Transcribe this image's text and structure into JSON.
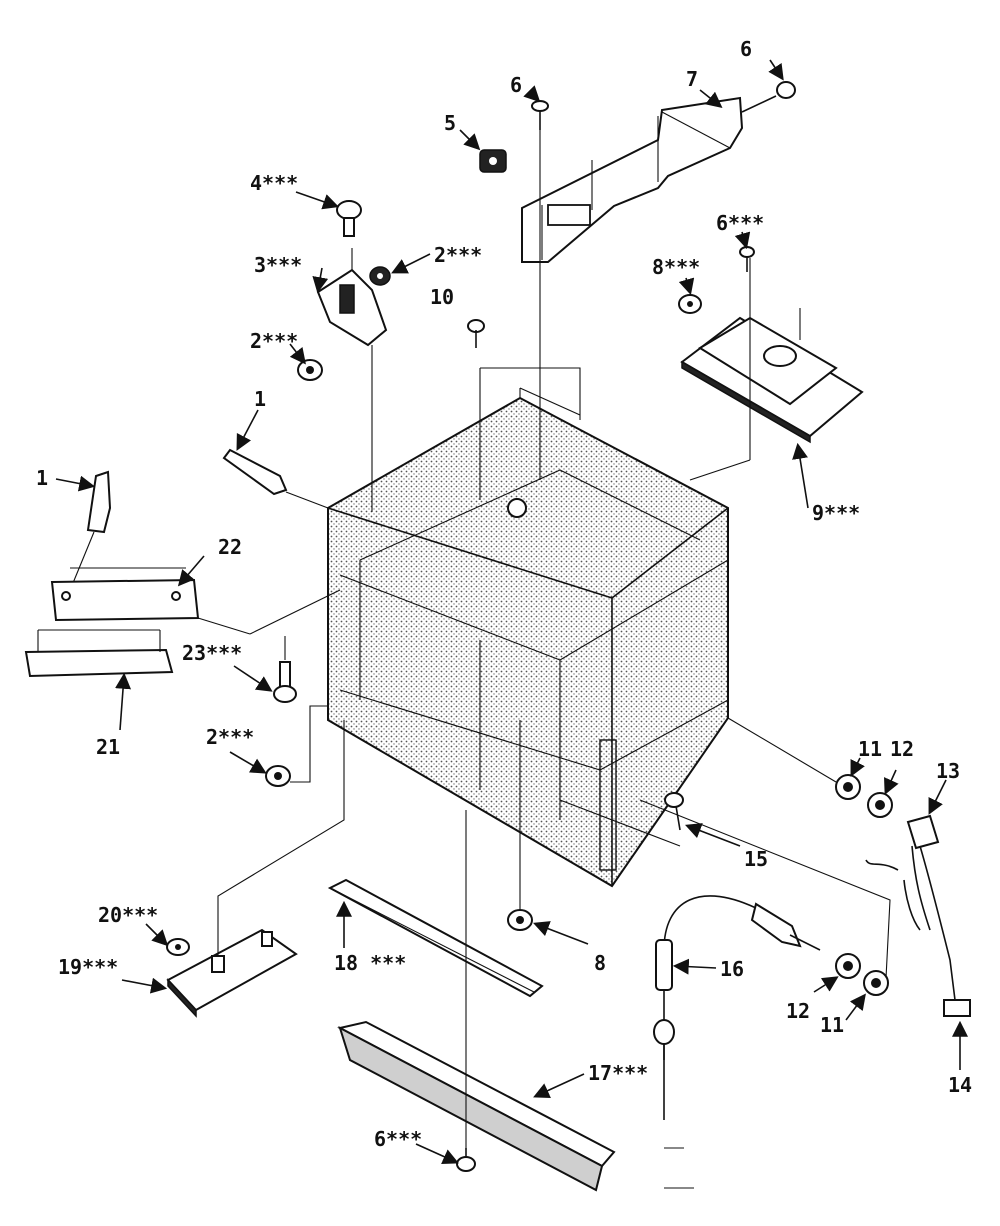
{
  "labels": {
    "l1a": "1",
    "l1b": "1",
    "l2a": "2***",
    "l2b": "2***",
    "l2c": "2***",
    "l3": "3***",
    "l4": "4***",
    "l5": "5",
    "l6a": "6",
    "l6b": "6",
    "l6c": "6***",
    "l6d": "6***",
    "l7": "7",
    "l8a": "8***",
    "l8b": "8",
    "l9": "9***",
    "l10": "10",
    "l11a": "11",
    "l11b": "11",
    "l12a": "12",
    "l12b": "12",
    "l13": "13",
    "l14": "14",
    "l15": "15",
    "l16": "16",
    "l17": "17***",
    "l18": "18 ***",
    "l19": "19***",
    "l20": "20***",
    "l21": "21",
    "l22": "22",
    "l23": "23***"
  }
}
